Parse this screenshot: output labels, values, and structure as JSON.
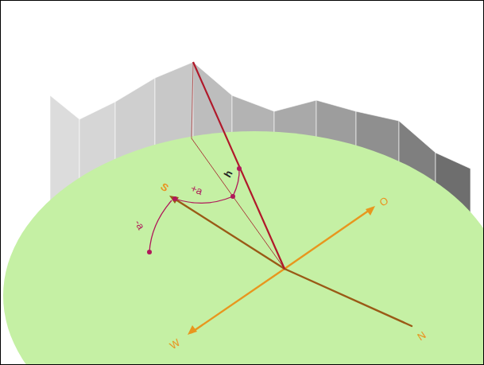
{
  "diagram": {
    "labels": [
      "S",
      "O",
      "W",
      "N",
      "h",
      "+a",
      "-a"
    ]
  }
}
